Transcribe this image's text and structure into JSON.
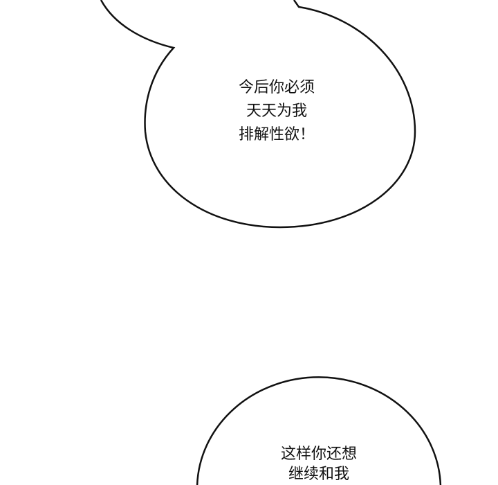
{
  "colors": {
    "background": "#ffffff",
    "outline": "#111111",
    "text": "#111111"
  },
  "bubbles": [
    {
      "lines": [
        "今后你必须",
        "天天为我",
        "排解性欲！"
      ]
    },
    {
      "lines": [
        "这样你还想",
        "继续和我"
      ]
    }
  ]
}
